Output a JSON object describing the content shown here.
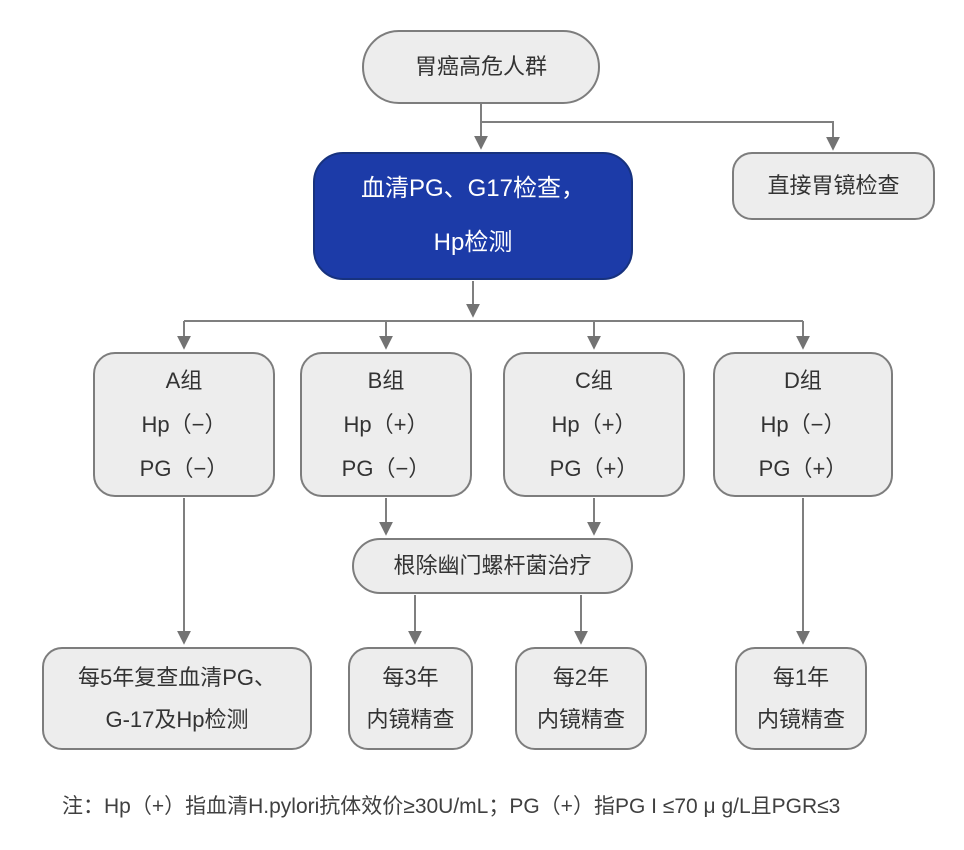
{
  "diagram": {
    "colors": {
      "accent_blue": "#1c3ba8",
      "box_fill": "#ededed",
      "box_border": "#7d7d7d",
      "connector_line": "#7f7f7f",
      "text": "#333333"
    },
    "nodes": {
      "start": {
        "label": "胃癌高危人群"
      },
      "serum_test": {
        "line1": "血清PG、G17检查，",
        "line2": "Hp检测"
      },
      "direct_gastroscopy": {
        "label": "直接胃镜检查"
      },
      "groups": [
        {
          "title": "A组",
          "hp": "Hp（−）",
          "pg": "PG（−）"
        },
        {
          "title": "B组",
          "hp": "Hp（+）",
          "pg": "PG（−）"
        },
        {
          "title": "C组",
          "hp": "Hp（+）",
          "pg": "PG（+）"
        },
        {
          "title": "D组",
          "hp": "Hp（−）",
          "pg": "PG（+）"
        }
      ],
      "eradication": {
        "label": "根除幽门螺杆菌治疗"
      },
      "followups": [
        {
          "line1": "每5年复查血清PG、",
          "line2": "G-17及Hp检测"
        },
        {
          "line1": "每3年",
          "line2": "内镜精查"
        },
        {
          "line1": "每2年",
          "line2": "内镜精查"
        },
        {
          "line1": "每1年",
          "line2": "内镜精查"
        }
      ]
    },
    "note": "注：Hp（+）指血清H.pylori抗体效价≥30U/mL；PG（+）指PG I ≤70 μ g/L且PGR≤3"
  }
}
